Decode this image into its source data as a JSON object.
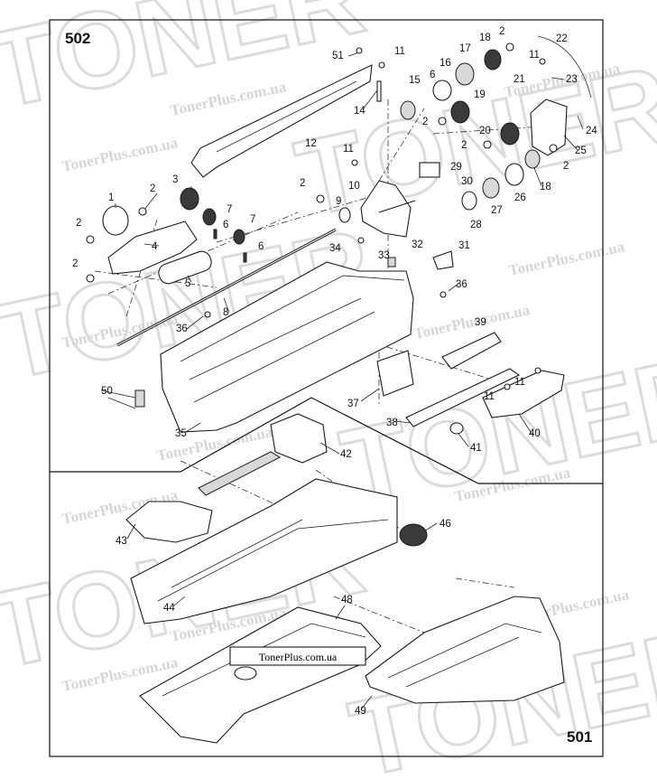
{
  "watermark": {
    "brand": "TONER",
    "site": "TonerPlus.com.ua"
  },
  "stamp": {
    "text": "TonerPlus.com.ua"
  },
  "sections": {
    "upper": "502",
    "lower": "501"
  },
  "callouts": {
    "c1": "1",
    "c2a": "2",
    "c2b": "2",
    "c2c": "2",
    "c2d": "2",
    "c2e": "2",
    "c2f": "2",
    "c2g": "2",
    "c2h": "2",
    "c3": "3",
    "c4": "4",
    "c5": "5",
    "c6a": "6",
    "c6b": "6",
    "c6c": "6",
    "c7a": "7",
    "c7b": "7",
    "c8": "8",
    "c9": "9",
    "c10": "10",
    "c11a": "11",
    "c11b": "11",
    "c11c": "11",
    "c11d": "11",
    "c11e": "11",
    "c12": "12",
    "c14": "14",
    "c15": "15",
    "c16": "16",
    "c17": "17",
    "c18a": "18",
    "c18b": "18",
    "c19": "19",
    "c20": "20",
    "c21": "21",
    "c22": "22",
    "c23": "23",
    "c24": "24",
    "c25": "25",
    "c26": "26",
    "c27": "27",
    "c28": "28",
    "c29": "29",
    "c30": "30",
    "c31": "31",
    "c32": "32",
    "c33": "33",
    "c34": "34",
    "c35": "35",
    "c36a": "36",
    "c36b": "36",
    "c37": "37",
    "c38": "38",
    "c39": "39",
    "c40": "40",
    "c41": "41",
    "c42": "42",
    "c43": "43",
    "c44": "44",
    "c46": "46",
    "c48": "48",
    "c49": "49",
    "c50": "50",
    "c51": "51"
  }
}
